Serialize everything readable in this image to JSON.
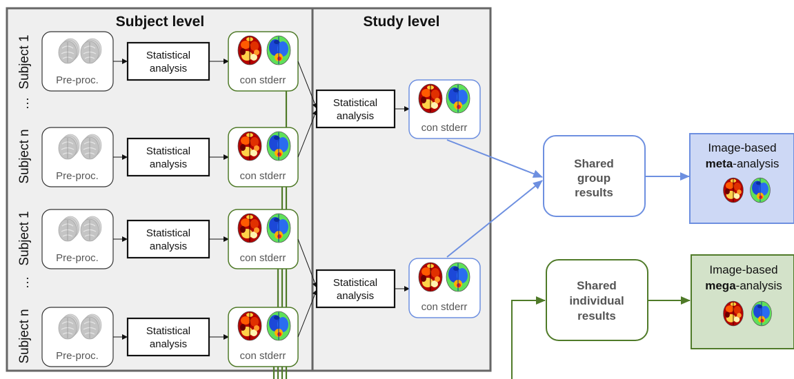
{
  "subject_level": {
    "title": "Subject level"
  },
  "study_level": {
    "title": "Study level"
  },
  "subject_labels": [
    "Subject 1",
    "Subject n",
    "Subject 1",
    "Subject n"
  ],
  "ellipsis": "…",
  "preproc_label": "Pre-proc.",
  "stat_label": {
    "line1": "Statistical",
    "line2": "analysis"
  },
  "con_stderr_label": "con stderr",
  "shared_group": {
    "line1": "Shared",
    "line2": "group",
    "line3": "results"
  },
  "shared_individual": {
    "line1": "Shared",
    "line2": "individual",
    "line3": "results"
  },
  "meta": {
    "line1": "Image-based",
    "bold": "meta",
    "rest": "-analysis"
  },
  "mega": {
    "line1": "Image-based",
    "bold": "mega",
    "rest": "-analysis"
  },
  "colors": {
    "blue": "#6d8fe0",
    "green": "#4f7a28",
    "meta_fill": "#cdd8f5",
    "mega_fill": "#d3e2c9",
    "panel_fill": "#efefef",
    "panel_border": "#666666"
  }
}
